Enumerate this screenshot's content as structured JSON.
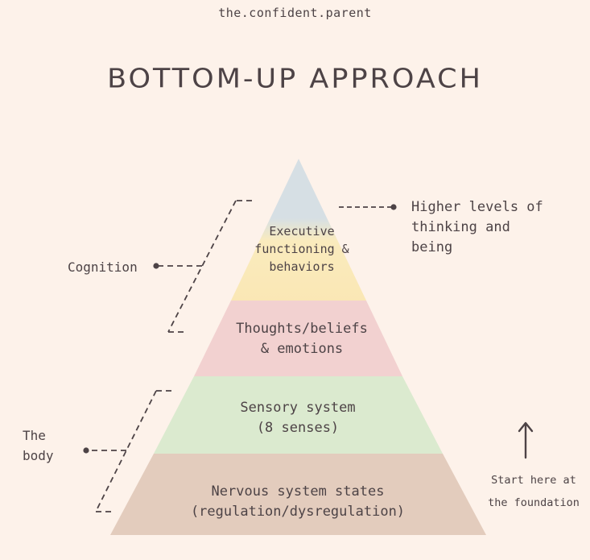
{
  "header": {
    "handle": "the.confident.parent",
    "title": "BOTTOM-UP APPROACH"
  },
  "pyramid": {
    "tiers": [
      {
        "name": "executive",
        "text": "Executive\nfunctioning &\nbehaviors",
        "colors": [
          "#d8dfe3",
          "#fae9bb"
        ]
      },
      {
        "name": "thoughts",
        "text": "Thoughts/beliefs\n& emotions",
        "color": "#f2d1d0"
      },
      {
        "name": "sensory",
        "text": "Sensory system\n(8 senses)",
        "color": "#dbeacf"
      },
      {
        "name": "nervous",
        "text": "Nervous system states\n(regulation/dysregulation)",
        "color": "#e3ccbd"
      }
    ]
  },
  "annotations": {
    "cognition": "Cognition",
    "body": "The\nbody",
    "higher_levels": "Higher levels of\nthinking and\nbeing",
    "start_here": "Start here at\nthe foundation"
  },
  "colors": {
    "background": "#fdf2ea",
    "text": "#4d4346"
  }
}
